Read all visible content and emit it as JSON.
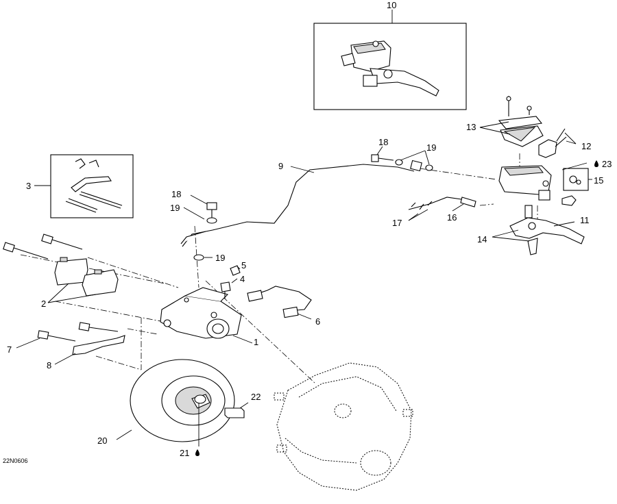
{
  "diagram": {
    "code": "22N0606",
    "callouts": {
      "c1": "1",
      "c2": "2",
      "c3": "3",
      "c4": "4",
      "c5": "5",
      "c6": "6",
      "c7": "7",
      "c8": "8",
      "c9": "9",
      "c10": "10",
      "c11": "11",
      "c12": "12",
      "c13": "13",
      "c14": "14",
      "c15": "15",
      "c16": "16",
      "c17": "17",
      "c18a": "18",
      "c18b": "18",
      "c19a": "19",
      "c19b": "19",
      "c19c": "19",
      "c20": "20",
      "c21": "21",
      "c22": "22",
      "c23": "23"
    },
    "symbols": {
      "drop": "lubricant-drop-icon"
    }
  }
}
